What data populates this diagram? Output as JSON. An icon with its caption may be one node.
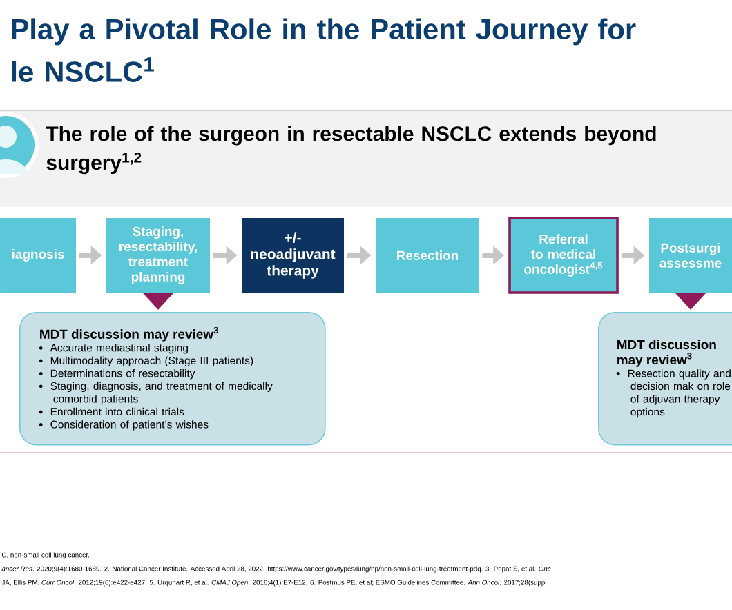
{
  "diagram": {
    "title": "Play a Pivotal Role in the Patient Journey for le NSCLC$^{1}$",
    "nodes": [
      {
        "text": [
          "iagnosis"
        ]
      },
      {
        "text": [
          "Staging, resectability, treatment planning"
        ]
      },
      {
        "text": [
          "+/- neoadjuvant therapy"
        ]
      },
      {
        "text": [
          "Resection"
        ]
      },
      {
        "text": [
          "Referral to medical oncologist$^{4,5}$"
        ]
      },
      {
        "text": [
          "Postsurgi assessme"
        ]
      },
      {
        "text": [
          "MDT discussion may review$^{3}$",
          "Accurate mediastinal staging",
          "Multimodality approach (Stage III patients)",
          "Determinations of resectability",
          "Staging, diagnosis, and treatment of medically comorbid patients",
          "Enrollment into clinical trials",
          "Consideration of patient’s wishes"
        ]
      },
      {
        "text": [
          "MDT discussion may review$^{3}$",
          "Resection quality and decision mak on role of adjuvan therapy options"
        ]
      }
    ],
    "edges": [
      {
        "from": 0,
        "to": 1,
        "arrow": "to"
      },
      {
        "from": 1,
        "to": 2,
        "arrow": "to"
      },
      {
        "from": 2,
        "to": 3,
        "arrow": "to"
      },
      {
        "from": 3,
        "to": 4,
        "arrow": "to"
      },
      {
        "from": 4,
        "to": 5,
        "arrow": "to"
      },
      {
        "from": 1,
        "to": 6,
        "arrow": "to",
        "color": "#8e1a5a"
      },
      {
        "from": 5,
        "to": 7,
        "arrow": "to",
        "color": "#8e1a5a"
      }
    ],
    "labels": [
      "The role of the surgeon in resectable NSCLC extends beyond surgery$^{1,2}$",
      "C, non-small cell lung cancer.",
      "*ancer Res*. 2020;9(4):1680-1689. 2. National Cancer Institute. Accessed April 28, 2022. https://www.cancer.gov/types/lung/hp/non-small-cell-lung-treatment-pdq. 3. Popat S, et al. *Onc*",
      "JA, Ellis PM. *Curr Oncol*. 2012;19(6):e422-e427. 5. Urquhart R, et al. *CMAJ Open*. 2016;4(1):E7-E12. 6. Postmus PE, et al; ESMO Guidelines Committee. *Ann Oncol*. 2017;28(suppl"
    ]
  }
}
